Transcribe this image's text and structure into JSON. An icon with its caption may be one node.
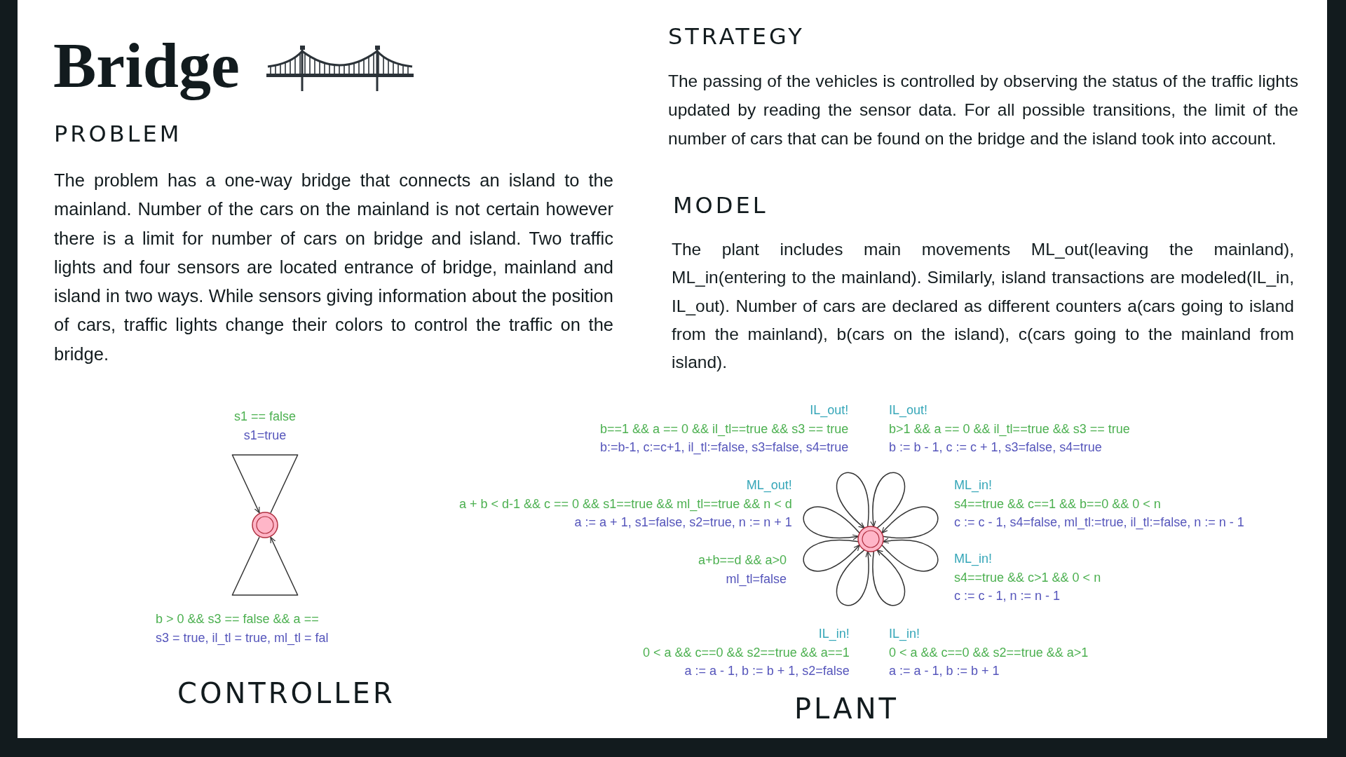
{
  "diagram": {
    "title": "Bridge",
    "nodes": [
      {
        "text": [],
        "shape": "circle"
      },
      {
        "text": [],
        "shape": "circle"
      }
    ],
    "edges": [
      {
        "from": 0,
        "to": 0,
        "arrow": "to"
      },
      {
        "from": 0,
        "to": 0,
        "arrow": "to"
      },
      {
        "from": 1,
        "to": 1,
        "arrow": "to"
      },
      {
        "from": 1,
        "to": 1,
        "arrow": "to"
      },
      {
        "from": 1,
        "to": 1,
        "arrow": "to"
      },
      {
        "from": 1,
        "to": 1,
        "arrow": "to"
      },
      {
        "from": 1,
        "to": 1,
        "arrow": "to"
      },
      {
        "from": 1,
        "to": 1,
        "arrow": "to"
      },
      {
        "from": 1,
        "to": 1,
        "arrow": "to"
      },
      {
        "from": 1,
        "to": 1,
        "arrow": "to"
      }
    ],
    "labels": [
      "STRATEGY",
      "The passing of the vehicles is controlled by observing the status of the traffic lights updated by reading the sensor data. For all possible transitions, the limit of the number of cars that can be found on the bridge and the island took into account.",
      "PROBLEM",
      "The problem has a one-way bridge that connects an island to the mainland. Number of the cars on the mainland is not certain however there is a limit for number of cars on bridge and island. Two traffic lights and four sensors are located entrance of bridge, mainland and island in two ways. While sensors giving information about the position of cars, traffic lights change their colors to control the traffic on the bridge.",
      "MODEL",
      "The plant includes main movements ML_out(leaving the mainland), ML_in(entering to the mainland). Similarly, island transactions are modeled(IL_in, IL_out). Number of cars are declared as different counters a(cars going to island from the mainland), b(cars on the island), c(cars going to the mainland from island).",
      "s1 == false",
      "s1=true",
      "IL_out!",
      "b==1 && a == 0 && il_tl==true && s3 == true",
      "b:=b-1, c:=c+1, il_tl:=false, s3=false, s4=true",
      "IL_out!",
      "b>1 && a == 0 && il_tl==true && s3 == true",
      "b := b - 1, c := c + 1, s3=false, s4=true",
      "ML_out!",
      "a + b < d-1  && c == 0 && s1==true && ml_tl==true && n < d",
      "a := a + 1, s1=false, s2=true, n := n + 1",
      "ML_in!",
      "s4==true && c==1 && b==0 && 0 < n",
      "c := c - 1, s4=false, ml_tl:=true, il_tl:=false, n := n - 1",
      "a+b==d && a>0",
      "ml_tl=false",
      "ML_in!",
      "s4==true && c>1 && 0 < n",
      "c := c - 1, n := n - 1",
      "b > 0 && s3 == false && a ==",
      "s3 = true, il_tl = true, ml_tl = fal",
      "IL_in!",
      "0 < a && c==0 && s2==true && a==1",
      "a := a - 1, b := b + 1, s2=false",
      "IL_in!",
      "0 < a && c==0 && s2==true && a>1",
      "a := a - 1, b := b + 1",
      "CONTROLLER",
      "PLANT"
    ]
  }
}
